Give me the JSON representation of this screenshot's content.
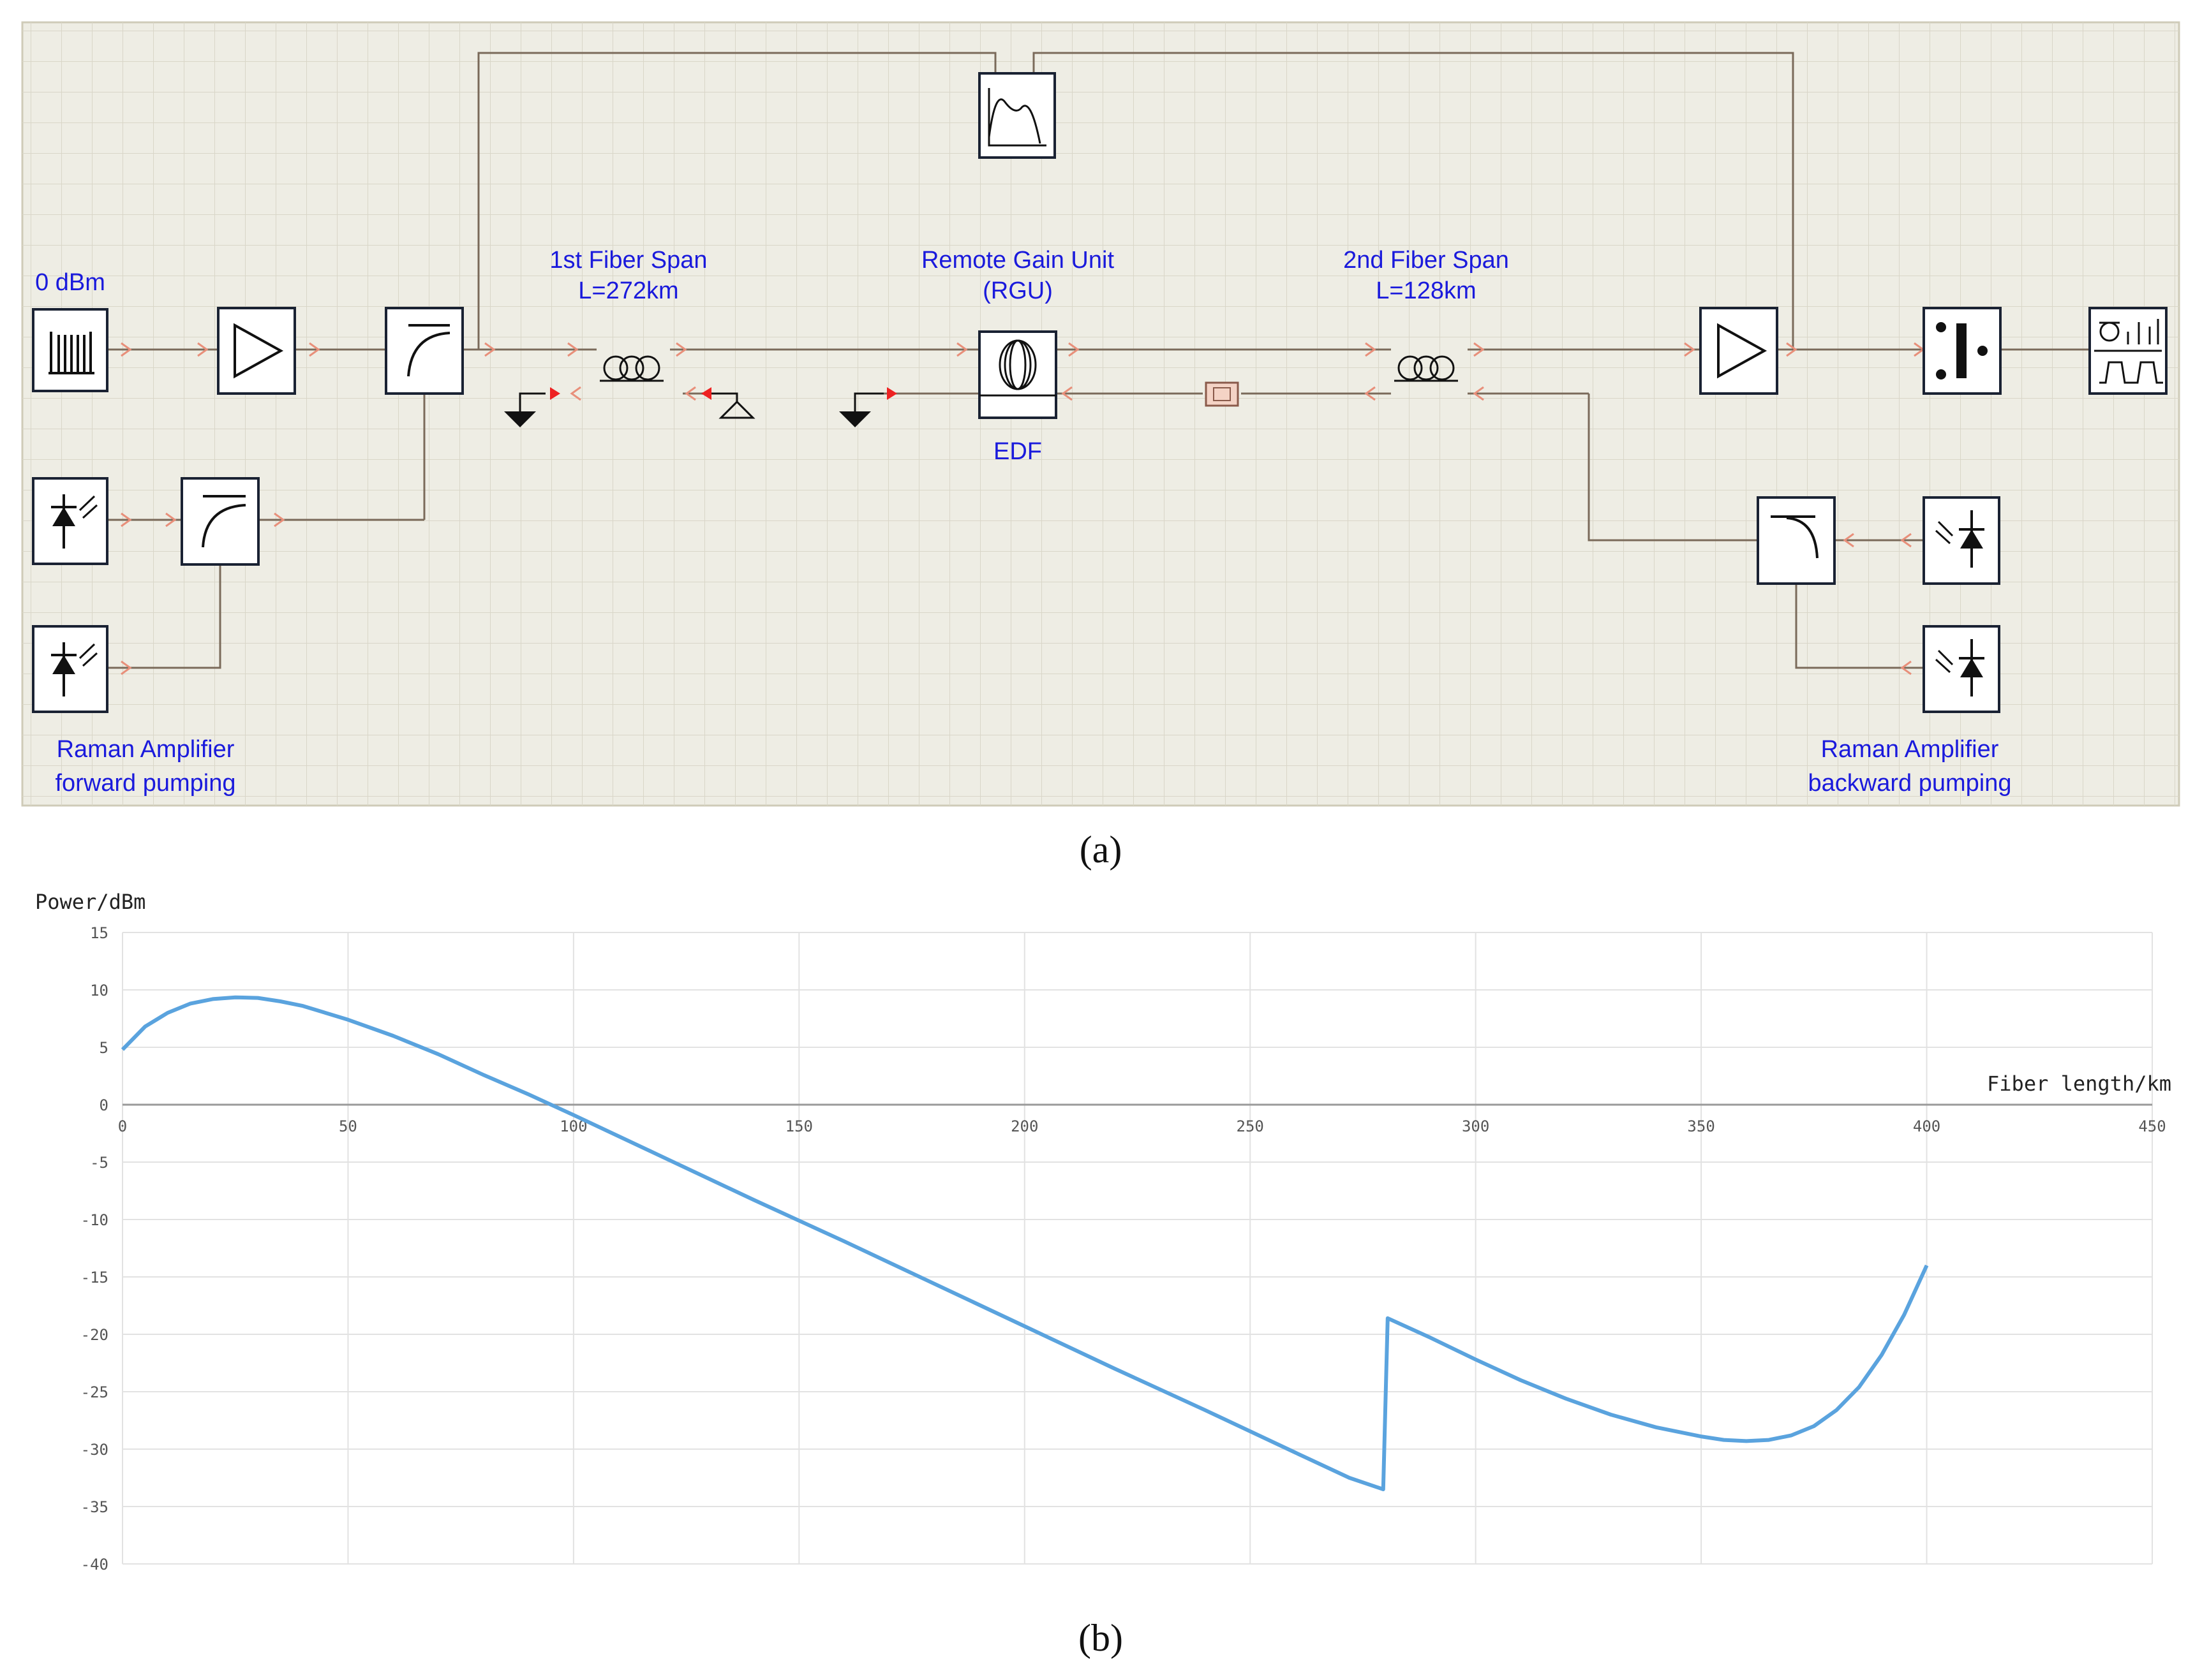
{
  "panel_a": {
    "caption": "(a)",
    "labels": {
      "source_power": "0 dBm",
      "span1_title": "1st Fiber Span",
      "span1_length": "L=272km",
      "rgu_title": "Remote Gain Unit",
      "rgu_abbrev": "(RGU)",
      "span2_title": "2nd Fiber Span",
      "span2_length": "L=128km",
      "edf": "EDF",
      "raman_fwd_line1": "Raman Amplifier",
      "raman_fwd_line2": "forward pumping",
      "raman_bwd_line1": "Raman Amplifier",
      "raman_bwd_line2": "backward pumping"
    },
    "icons": [
      "wdm-transmitter-icon",
      "amplifier-icon",
      "wdm-coupler-icon",
      "pump-laser-icon",
      "fiber-spool-icon",
      "ground-terminator-icon",
      "isolator-icon",
      "edf-coil-icon",
      "optical-power-meter-icon",
      "demultiplexer-icon",
      "spectrum-analyzer-icon"
    ]
  },
  "panel_b": {
    "caption": "(b)"
  },
  "chart_data": {
    "type": "line",
    "title": "",
    "xlabel": "Fiber length/km",
    "ylabel": "Power/dBm",
    "xlim": [
      0,
      450
    ],
    "ylim": [
      -40,
      15
    ],
    "x_ticks": [
      0,
      50,
      100,
      150,
      200,
      250,
      300,
      350,
      400,
      450
    ],
    "y_ticks": [
      15,
      10,
      5,
      0,
      -5,
      -10,
      -15,
      -20,
      -25,
      -30,
      -35,
      -40
    ],
    "grid": true,
    "color": "#5aa3de",
    "series": [
      {
        "x": [
          0,
          5,
          10,
          15,
          20,
          25,
          30,
          35,
          40,
          50,
          60,
          70,
          80,
          90,
          100,
          120,
          140,
          160,
          180,
          200,
          220,
          240,
          260,
          272,
          279.5,
          280,
          280.5,
          290,
          300,
          310,
          320,
          330,
          340,
          350,
          355,
          360,
          365,
          370,
          375,
          380,
          385,
          390,
          395,
          400
        ],
        "y": [
          4.8,
          6.8,
          8.0,
          8.8,
          9.2,
          9.35,
          9.3,
          9.0,
          8.6,
          7.4,
          6.0,
          4.4,
          2.6,
          0.9,
          -0.9,
          -4.6,
          -8.3,
          -11.9,
          -15.6,
          -19.3,
          -23.0,
          -26.6,
          -30.3,
          -32.5,
          -33.5,
          -26.0,
          -18.6,
          -20.3,
          -22.2,
          -24.0,
          -25.6,
          -27.0,
          -28.1,
          -28.9,
          -29.2,
          -29.3,
          -29.2,
          -28.8,
          -28.0,
          -26.6,
          -24.6,
          -21.8,
          -18.3,
          -14.0
        ]
      }
    ]
  }
}
